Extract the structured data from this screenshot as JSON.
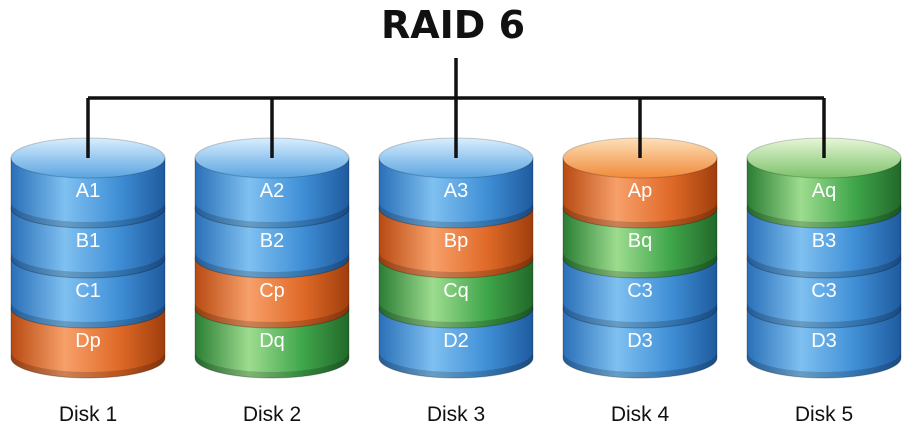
{
  "title": "RAID 6",
  "colors": {
    "data": "#3f8fd6",
    "p_parity": "#e06a28",
    "q_parity": "#3fa64a",
    "connector": "#111111"
  },
  "disks": [
    {
      "name": "Disk 1",
      "blocks": [
        {
          "label": "A1",
          "kind": "data"
        },
        {
          "label": "B1",
          "kind": "data"
        },
        {
          "label": "C1",
          "kind": "data"
        },
        {
          "label": "Dp",
          "kind": "p_parity"
        }
      ]
    },
    {
      "name": "Disk 2",
      "blocks": [
        {
          "label": "A2",
          "kind": "data"
        },
        {
          "label": "B2",
          "kind": "data"
        },
        {
          "label": "Cp",
          "kind": "p_parity"
        },
        {
          "label": "Dq",
          "kind": "q_parity"
        }
      ]
    },
    {
      "name": "Disk 3",
      "blocks": [
        {
          "label": "A3",
          "kind": "data"
        },
        {
          "label": "Bp",
          "kind": "p_parity"
        },
        {
          "label": "Cq",
          "kind": "q_parity"
        },
        {
          "label": "D2",
          "kind": "data"
        }
      ]
    },
    {
      "name": "Disk 4",
      "blocks": [
        {
          "label": "Ap",
          "kind": "p_parity"
        },
        {
          "label": "Bq",
          "kind": "q_parity"
        },
        {
          "label": "C3",
          "kind": "data"
        },
        {
          "label": "D3",
          "kind": "data"
        }
      ]
    },
    {
      "name": "Disk 5",
      "blocks": [
        {
          "label": "Aq",
          "kind": "q_parity"
        },
        {
          "label": "B3",
          "kind": "data"
        },
        {
          "label": "C3",
          "kind": "data"
        },
        {
          "label": "D3",
          "kind": "data"
        }
      ]
    }
  ]
}
